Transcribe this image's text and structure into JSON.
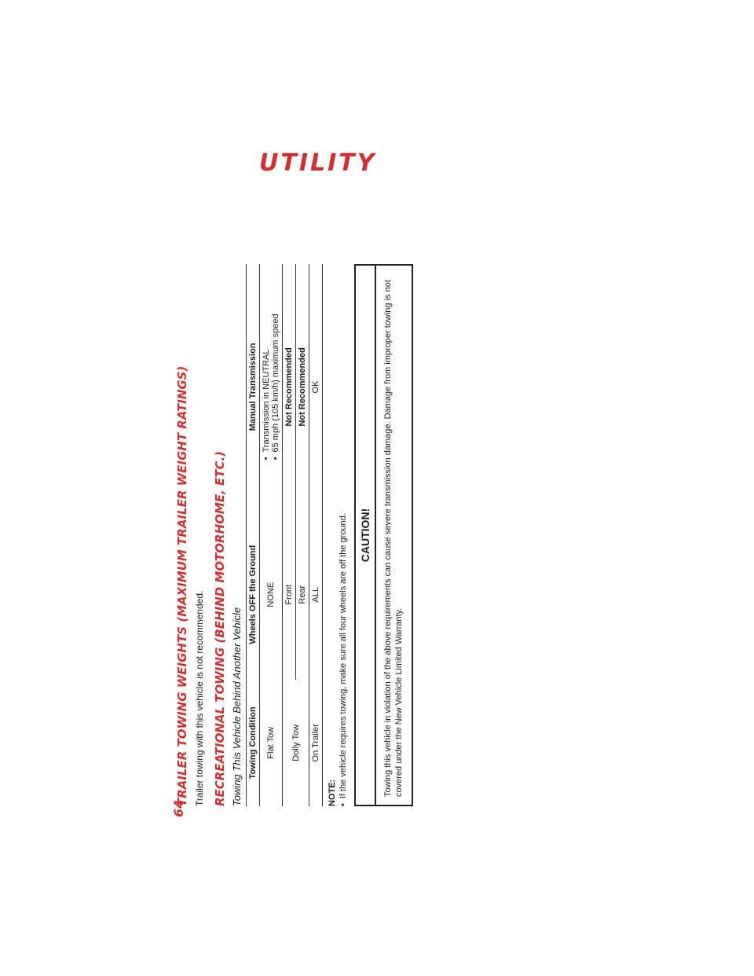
{
  "page": {
    "number": "64",
    "section": "UTILITY"
  },
  "trailer": {
    "heading": "TRAILER TOWING WEIGHTS (MAXIMUM TRAILER WEIGHT RATINGS)",
    "text": "Trailer towing with this vehicle is not recommended."
  },
  "recreational": {
    "heading": "RECREATIONAL TOWING (BEHIND MOTORHOME, ETC.)",
    "subheading": "Towing This Vehicle Behind Another Vehicle",
    "table": {
      "headers": [
        "Towing Condition",
        "Wheels OFF the Ground",
        "Manual Transmission"
      ],
      "rows": [
        {
          "condition": "Flat Tow",
          "wheels": "NONE",
          "manual": [
            "Transmission in NEUTRAL",
            "65 mph (105 km/h) maximum speed"
          ]
        },
        {
          "condition": "Dolly Tow",
          "wheels": "Front",
          "manual": "Not Recommended"
        },
        {
          "condition": "",
          "wheels": "Rear",
          "manual": "Not Recommended"
        },
        {
          "condition": "On Trailer",
          "wheels": "ALL",
          "manual": "OK"
        }
      ]
    }
  },
  "note": {
    "label": "NOTE:",
    "item": "If the vehicle requires towing, make sure all four wheels are off the ground."
  },
  "caution": {
    "title": "CAUTION!",
    "text": "Towing this vehicle in violation of the above requirements can cause severe transmission damage. Damage from improper towing is not covered under the New Vehicle Limited Warranty."
  }
}
